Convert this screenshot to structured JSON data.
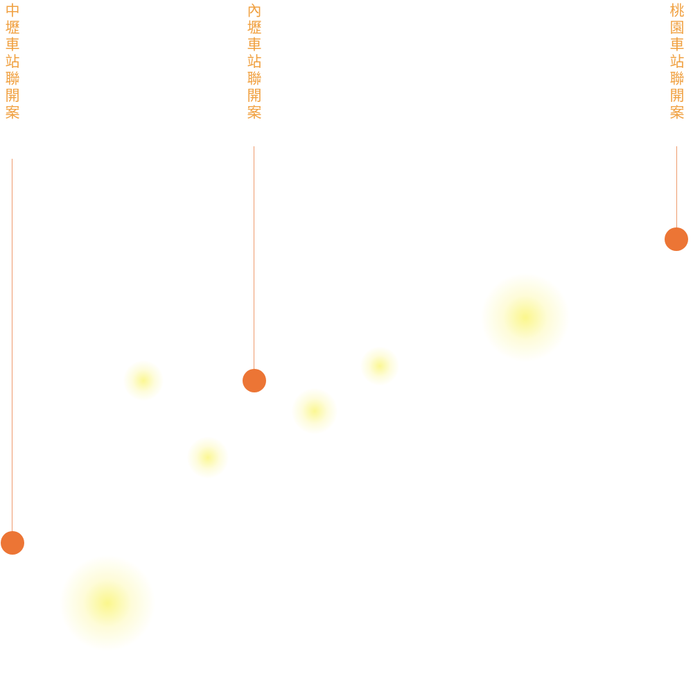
{
  "stations": [
    {
      "label": "中壢車站聯開案"
    },
    {
      "label": "內壢車站聯開案"
    },
    {
      "label": "桃園車站聯開案"
    }
  ],
  "colors": {
    "label": "#f0a040",
    "line": "#ee9a6c",
    "dot": "#ec7535",
    "glow": "#faf578"
  }
}
